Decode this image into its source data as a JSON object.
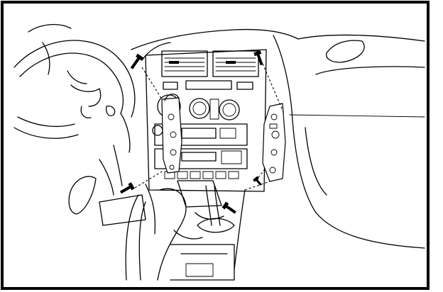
{
  "figure": {
    "description_text": "",
    "colors": {
      "line": "#000000",
      "background": "#ffffff"
    },
    "parts": [
      {
        "id": "steering-wheel",
        "icon": "steering-wheel-icon"
      },
      {
        "id": "center-console",
        "icon": "dashboard-icon"
      },
      {
        "id": "air-vents",
        "icon": "vent-icon"
      },
      {
        "id": "radio-unit",
        "icon": "radio-icon"
      },
      {
        "id": "left-bracket",
        "icon": "bracket-icon"
      },
      {
        "id": "right-bracket",
        "icon": "bracket-icon"
      },
      {
        "id": "bolts",
        "icon": "bolt-icon",
        "count": 5
      },
      {
        "id": "shift-lever",
        "icon": "gear-shift-icon"
      },
      {
        "id": "pedal",
        "icon": "pedal-icon"
      }
    ]
  }
}
